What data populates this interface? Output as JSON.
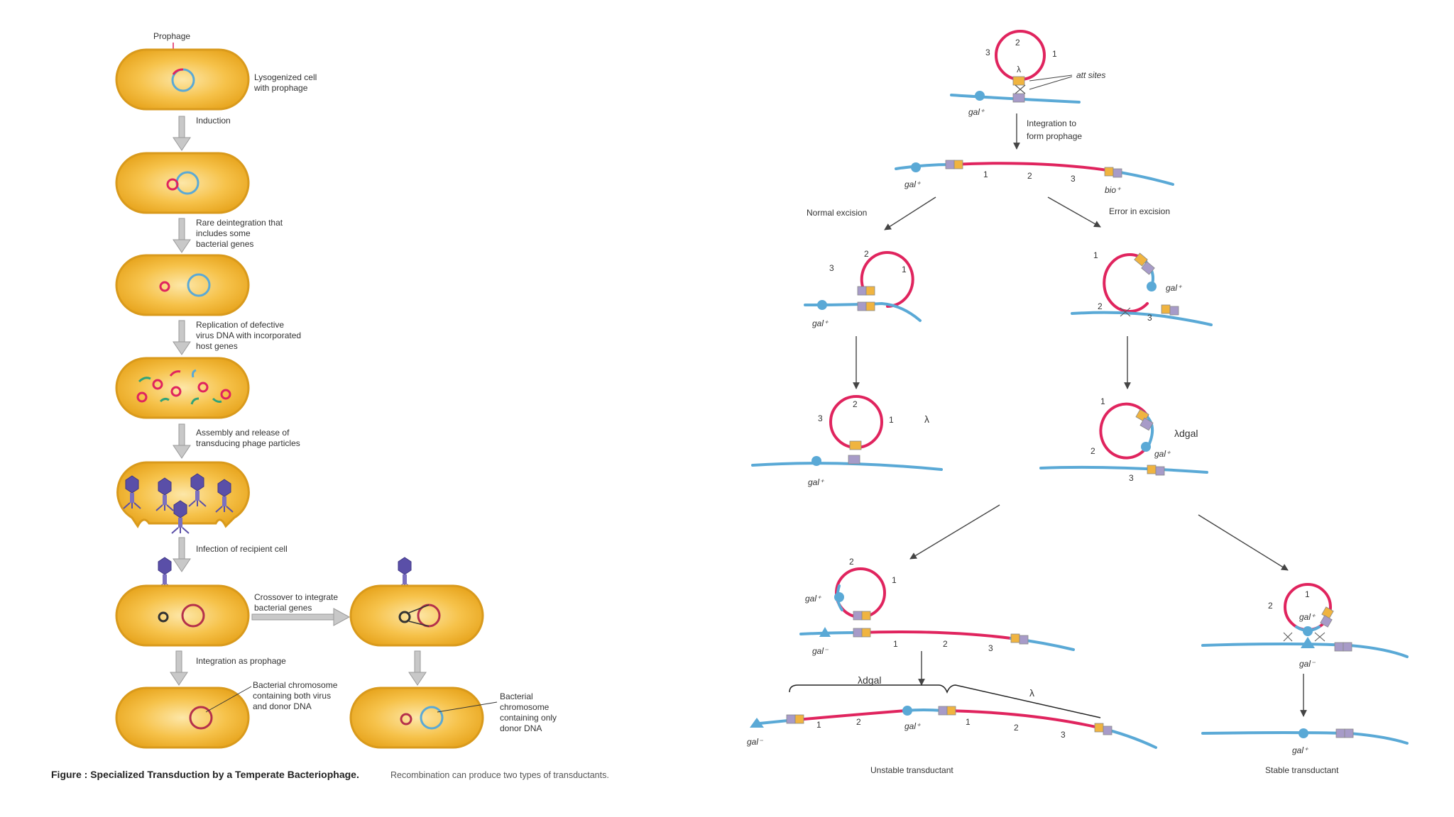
{
  "colors": {
    "cell_fill": "#f3b526",
    "cell_stroke": "#e8a020",
    "dna_blue": "#5aa9d6",
    "phage_red": "#e0245e",
    "att_orange": "#f0b440",
    "att_purple": "#a79bc8",
    "phage_purple": "#5a4fa8",
    "gray_arrow": "#bfbfbf"
  },
  "left": {
    "prophage_label": "Prophage",
    "steps": [
      "Lysogenized cell",
      "with prophage",
      "Induction",
      "Rare deintegration that",
      "includes some",
      "bacterial genes",
      "Replication of defective",
      "virus DNA with incorporated",
      "host genes",
      "Assembly and release of",
      "transducing phage particles",
      "Infection of recipient cell",
      "Crossover to integrate",
      "bacterial genes",
      "Integration as prophage",
      "Bacterial chromosome",
      "containing both virus",
      "and donor DNA",
      "Bacterial",
      "chromosome",
      "containing only",
      "donor DNA"
    ]
  },
  "caption": {
    "bold": "Figure :   Specialized Transduction by a Temperate Bacteriophage.",
    "normal": "Recombination can produce two types of transductants."
  },
  "right": {
    "att_sites": "att sites",
    "lambda": "λ",
    "lambda_dgal": "λdgal",
    "gal_plus": "gal⁺",
    "gal_minus": "gal⁻",
    "bio_plus": "bio⁺",
    "integration_line1": "Integration to",
    "integration_line2": "form prophage",
    "normal_excision": "Normal excision",
    "error_excision": "Error in excision",
    "unstable": "Unstable transductant",
    "stable": "Stable transductant",
    "n1": "1",
    "n2": "2",
    "n3": "3"
  }
}
